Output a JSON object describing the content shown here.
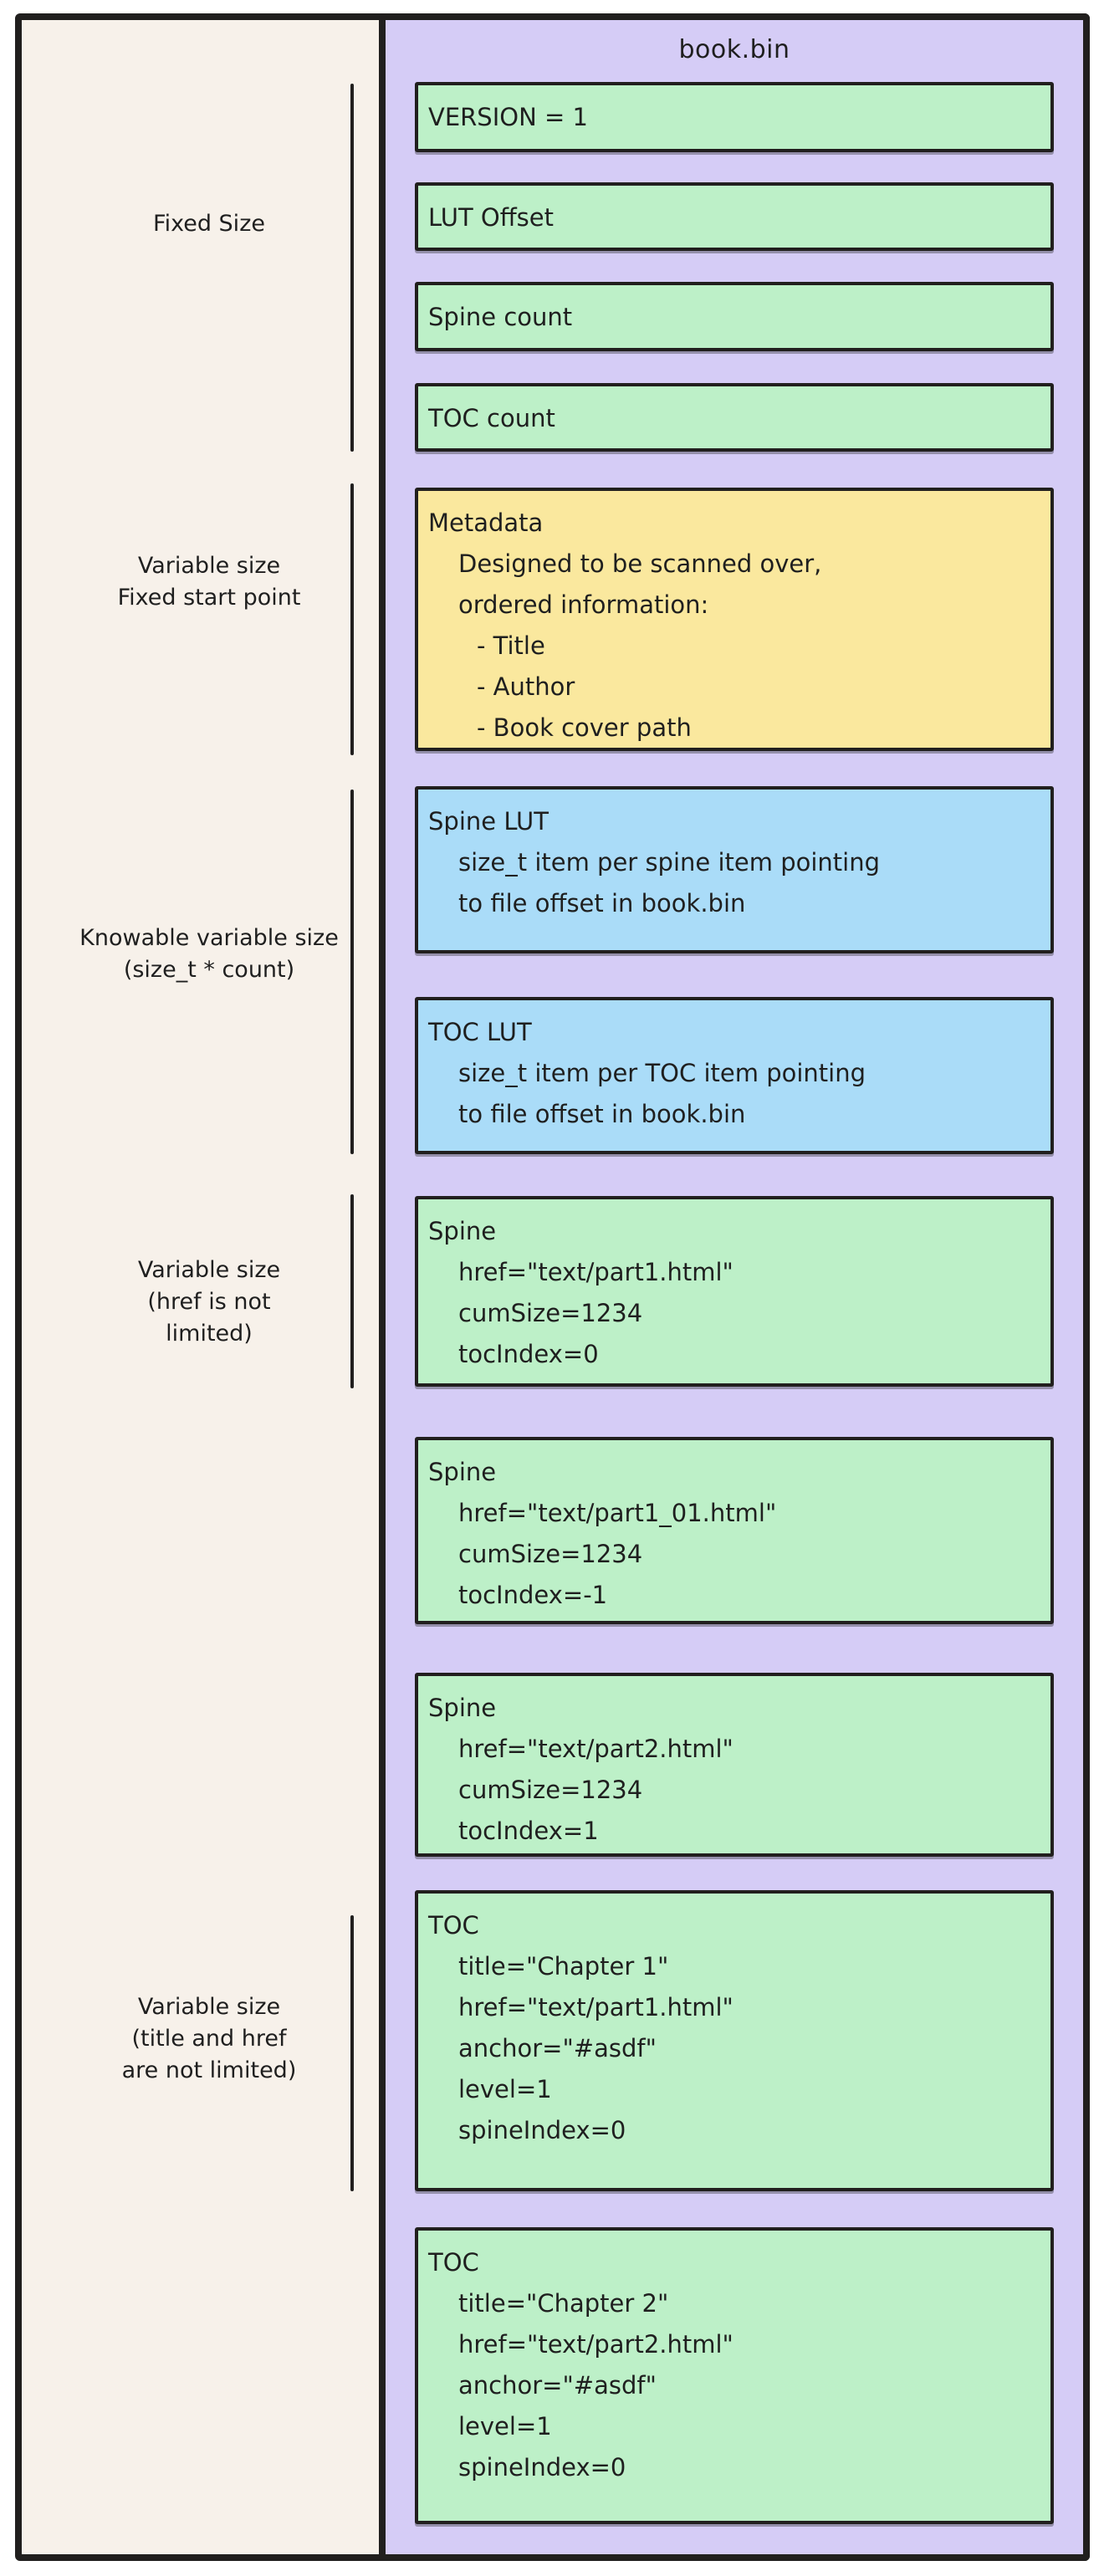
{
  "title": "book.bin",
  "colors": {
    "page_bg": "#f7f1ea",
    "panel_bg": "#d5ccf6",
    "green": "#bdf0c8",
    "yellow": "#fae89e",
    "blue": "#aadcf8",
    "stroke": "#211f1e"
  },
  "annotations": [
    {
      "lines": [
        "Fixed Size"
      ]
    },
    {
      "lines": [
        "Variable size",
        "Fixed start point"
      ]
    },
    {
      "lines": [
        "Knowable variable size",
        "(size_t * count)"
      ]
    },
    {
      "lines": [
        "Variable size",
        "(href is not",
        "limited)"
      ]
    },
    {
      "lines": [
        "Variable size",
        "(title and href",
        "are not limited)"
      ]
    }
  ],
  "boxes": [
    {
      "type": "green",
      "lines": [
        "VERSION = 1"
      ]
    },
    {
      "type": "green",
      "lines": [
        "LUT Offset"
      ]
    },
    {
      "type": "green",
      "lines": [
        "Spine count"
      ]
    },
    {
      "type": "green",
      "lines": [
        "TOC count"
      ]
    },
    {
      "type": "yellow",
      "lines": [
        "Metadata",
        "Designed to be scanned over,",
        "ordered information:",
        "- Title",
        "- Author",
        "- Book cover path"
      ]
    },
    {
      "type": "blue",
      "lines": [
        "Spine LUT",
        "size_t item per spine item pointing",
        "to file offset in book.bin"
      ]
    },
    {
      "type": "blue",
      "lines": [
        "TOC LUT",
        "size_t item per TOC item pointing",
        "to file offset in book.bin"
      ]
    },
    {
      "type": "green",
      "lines": [
        "Spine",
        "href=\"text/part1.html\"",
        "cumSize=1234",
        "tocIndex=0"
      ]
    },
    {
      "type": "green",
      "lines": [
        "Spine",
        "href=\"text/part1_01.html\"",
        "cumSize=1234",
        "tocIndex=-1"
      ]
    },
    {
      "type": "green",
      "lines": [
        "Spine",
        "href=\"text/part2.html\"",
        "cumSize=1234",
        "tocIndex=1"
      ]
    },
    {
      "type": "green",
      "lines": [
        "TOC",
        "title=\"Chapter 1\"",
        "href=\"text/part1.html\"",
        "anchor=\"#asdf\"",
        "level=1",
        "spineIndex=0"
      ]
    },
    {
      "type": "green",
      "lines": [
        "TOC",
        "title=\"Chapter 2\"",
        "href=\"text/part2.html\"",
        "anchor=\"#asdf\"",
        "level=1",
        "spineIndex=0"
      ]
    }
  ]
}
